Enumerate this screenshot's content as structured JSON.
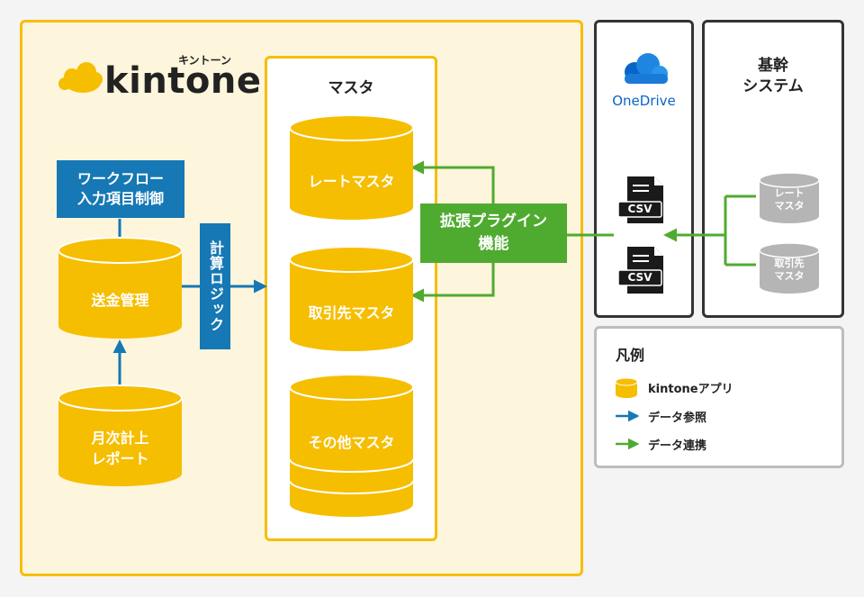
{
  "kintone": {
    "logo_text": "kintone",
    "logo_kana": "キントーン",
    "workflow_label": "ワークフロー\n入力項目制御",
    "transfer_db": "送金管理",
    "monthly_db": "月次計上\nレポート",
    "logic_label": "計算ロジック"
  },
  "master": {
    "title": "マスタ",
    "items": [
      "レートマスタ",
      "取引先マスタ",
      "その他マスタ"
    ]
  },
  "plugin": {
    "label": "拡張プラグイン\n機能"
  },
  "onedrive": {
    "label": "OneDrive",
    "file_label": "CSV"
  },
  "core_system": {
    "title": "基幹\nシステム",
    "db1": "レート\nマスタ",
    "db2": "取引先\nマスタ"
  },
  "legend": {
    "title": "凡例",
    "app": "kintoneアプリ",
    "reference": "データ参照",
    "integration": "データ連携"
  },
  "colors": {
    "kintone_yellow": "#f6be00",
    "reference_blue": "#1678b4",
    "integration_green": "#4fab2f",
    "system_gray": "#b5b5b5"
  }
}
